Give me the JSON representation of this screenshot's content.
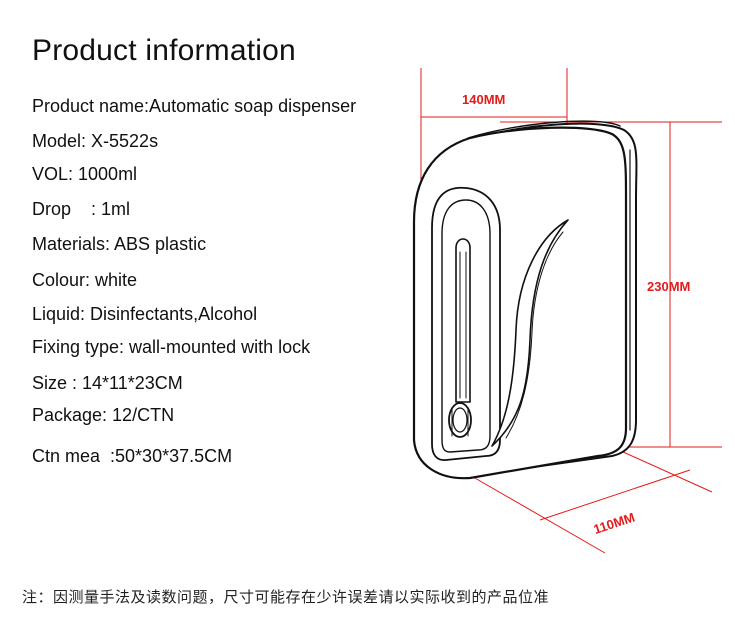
{
  "title": "Product information",
  "specs": [
    {
      "text": "Product name:Automatic soap dispenser"
    },
    {
      "text": "Model: X-5522s"
    },
    {
      "text": "VOL: 1000ml"
    },
    {
      "text": "Drop    : 1ml"
    },
    {
      "text": "Materials: ABS plastic"
    },
    {
      "text": "Colour: white"
    },
    {
      "text": "Liquid: Disinfectants,Alcohol"
    },
    {
      "text": "Fixing type: wall-mounted with lock"
    },
    {
      "text": "Size : 14*11*23CM"
    },
    {
      "text": "Package: 12/CTN"
    },
    {
      "text": "Ctn mea  :50*30*37.5CM"
    }
  ],
  "dimensions": {
    "width_label": "140MM",
    "height_label": "230MM",
    "depth_label": "110MM",
    "line_color": "#e21b1b"
  },
  "note": "注：因测量手法及读数问题，尺寸可能存在少许误差请以实际收到的产品位准"
}
